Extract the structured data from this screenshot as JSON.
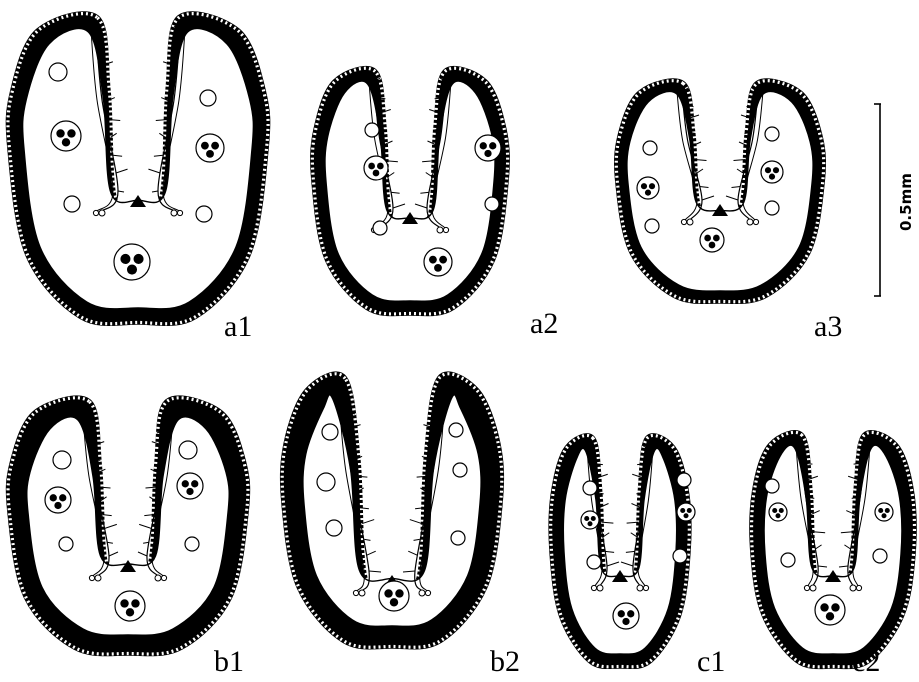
{
  "panels": [
    {
      "id": "a1",
      "label": "a1"
    },
    {
      "id": "a2",
      "label": "a2"
    },
    {
      "id": "a3",
      "label": "a3"
    },
    {
      "id": "b1",
      "label": "b1"
    },
    {
      "id": "b2",
      "label": "b2"
    },
    {
      "id": "c1",
      "label": "c1"
    },
    {
      "id": "c2",
      "label": "c2"
    }
  ],
  "scale_bar": {
    "label": "0.5mm"
  },
  "colors": {
    "ink": "#000000",
    "paper": "#ffffff"
  }
}
